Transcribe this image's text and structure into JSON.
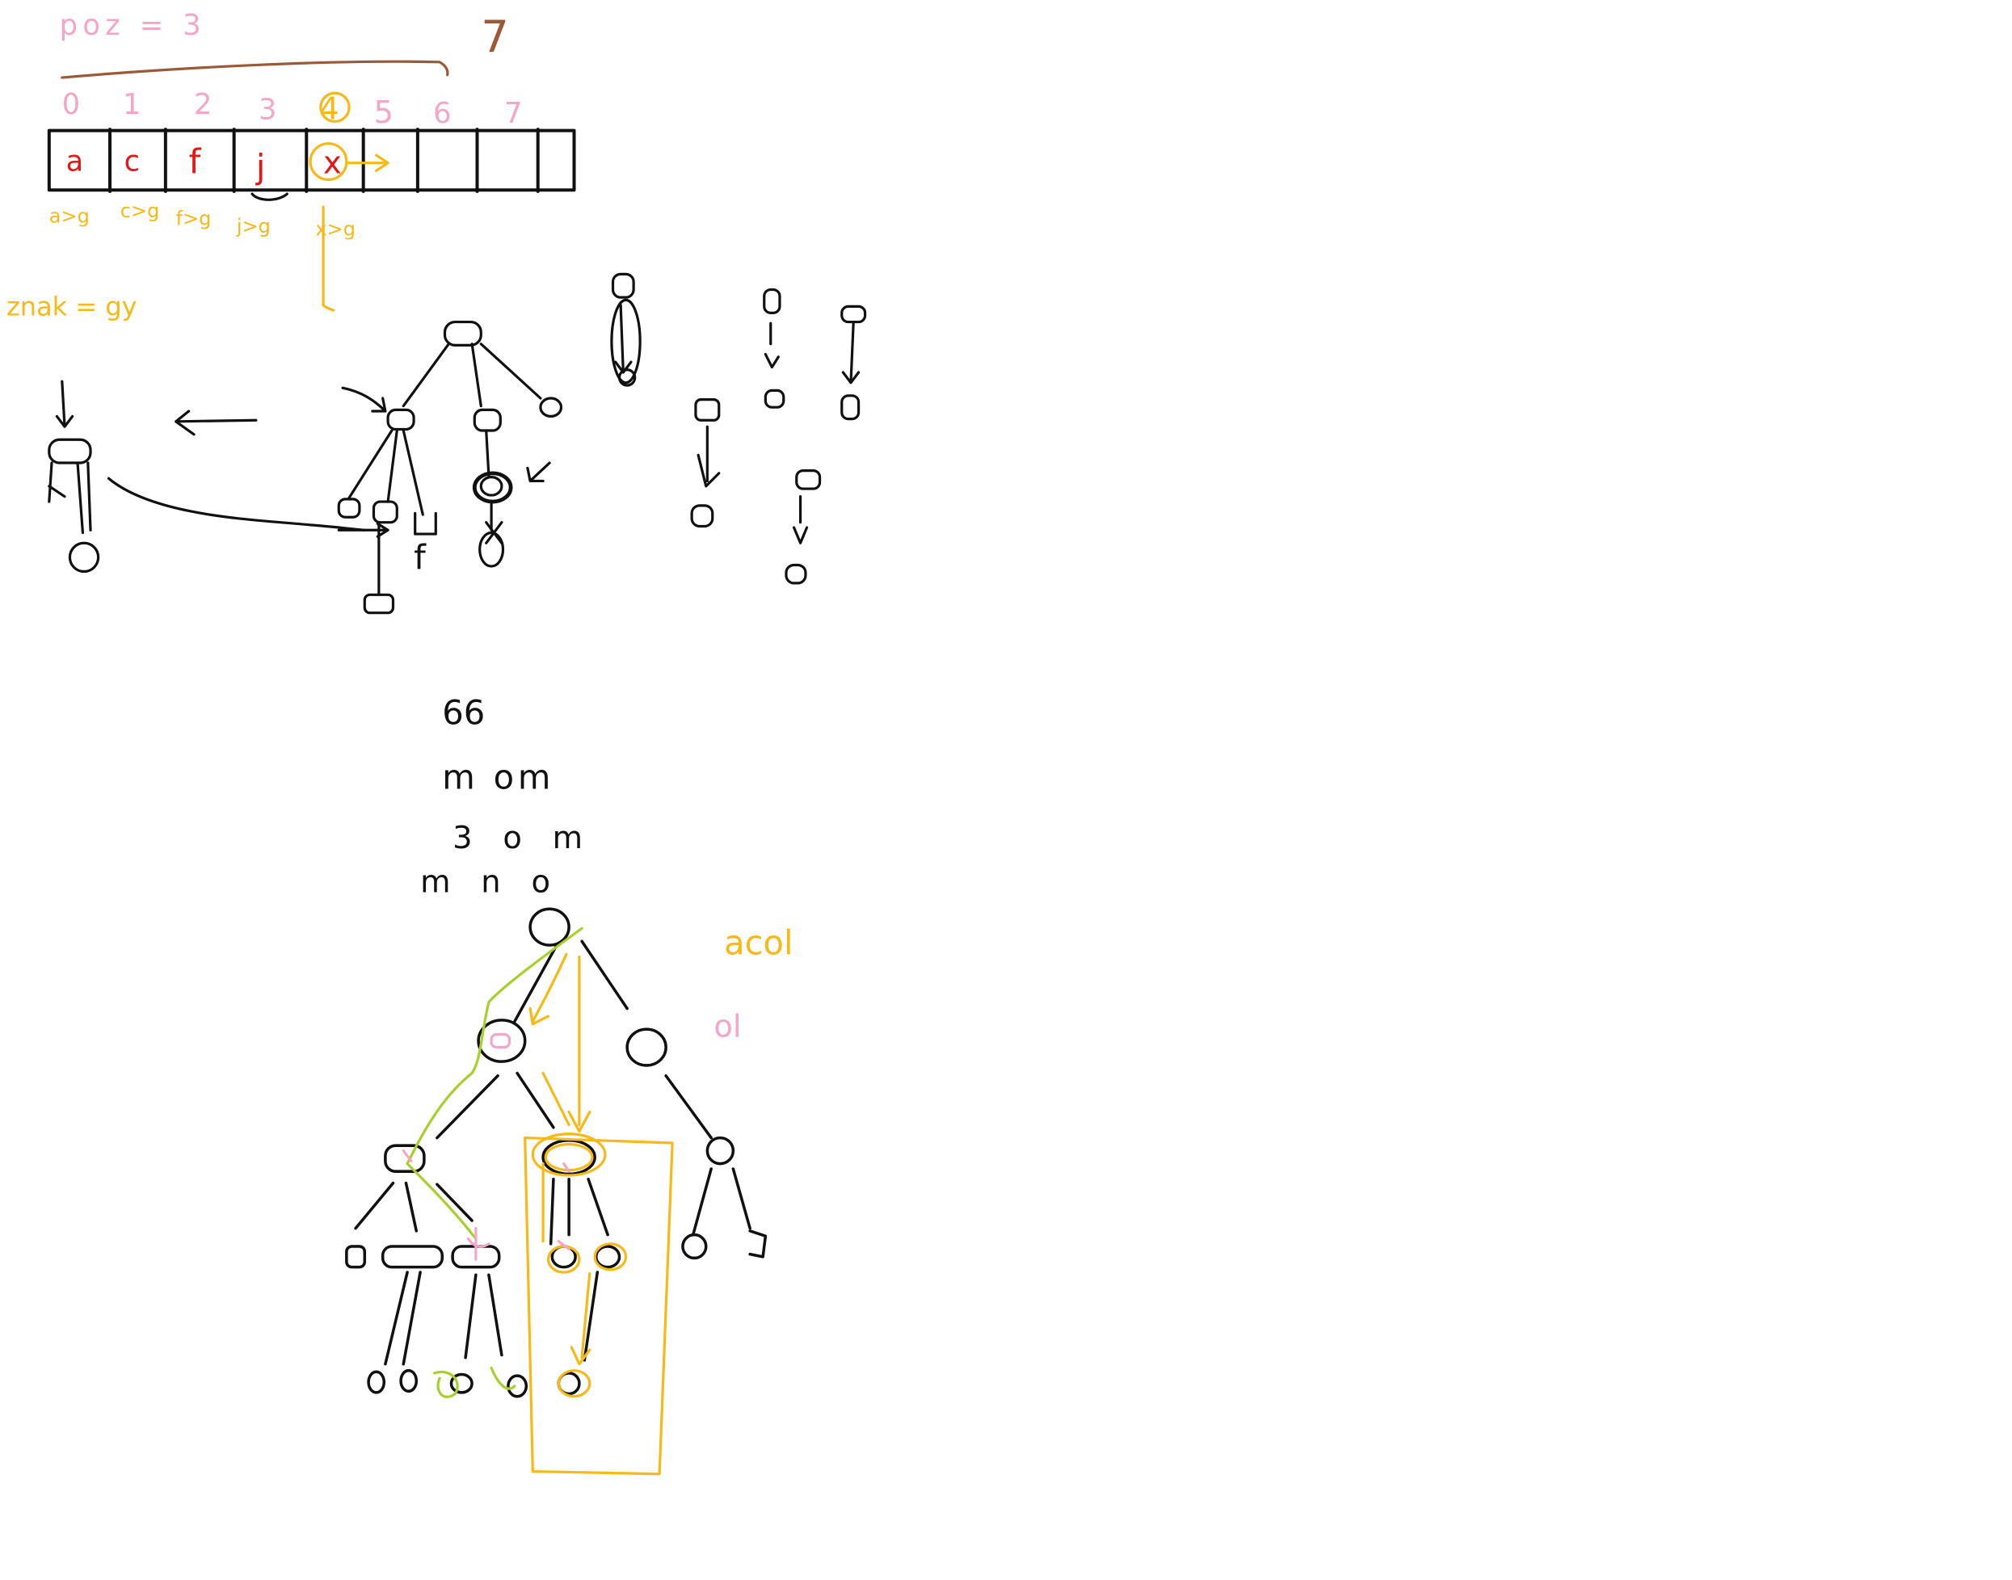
{
  "colors": {
    "ink": "#111111",
    "pink": "#f3a6c8",
    "red": "#e01818",
    "orange": "#f6b915",
    "green": "#a6d02a",
    "brown": "#9b5a35"
  },
  "notes": {
    "poz": "poz = 3",
    "seven": "7",
    "znak": "znak = gy",
    "acol": "acol",
    "ol": "ol",
    "f_label": "f"
  },
  "array": {
    "indices": [
      "0",
      "1",
      "2",
      "3",
      "4",
      "5",
      "6",
      "7"
    ],
    "cells": [
      "a",
      "c",
      "f",
      "j",
      "x",
      "",
      "",
      "",
      ""
    ],
    "under": [
      "a>g",
      "c>g",
      "f>g",
      "j>g",
      "x>g"
    ]
  },
  "scribbles": [
    "66",
    "m om",
    "3 o m",
    "m n o"
  ]
}
